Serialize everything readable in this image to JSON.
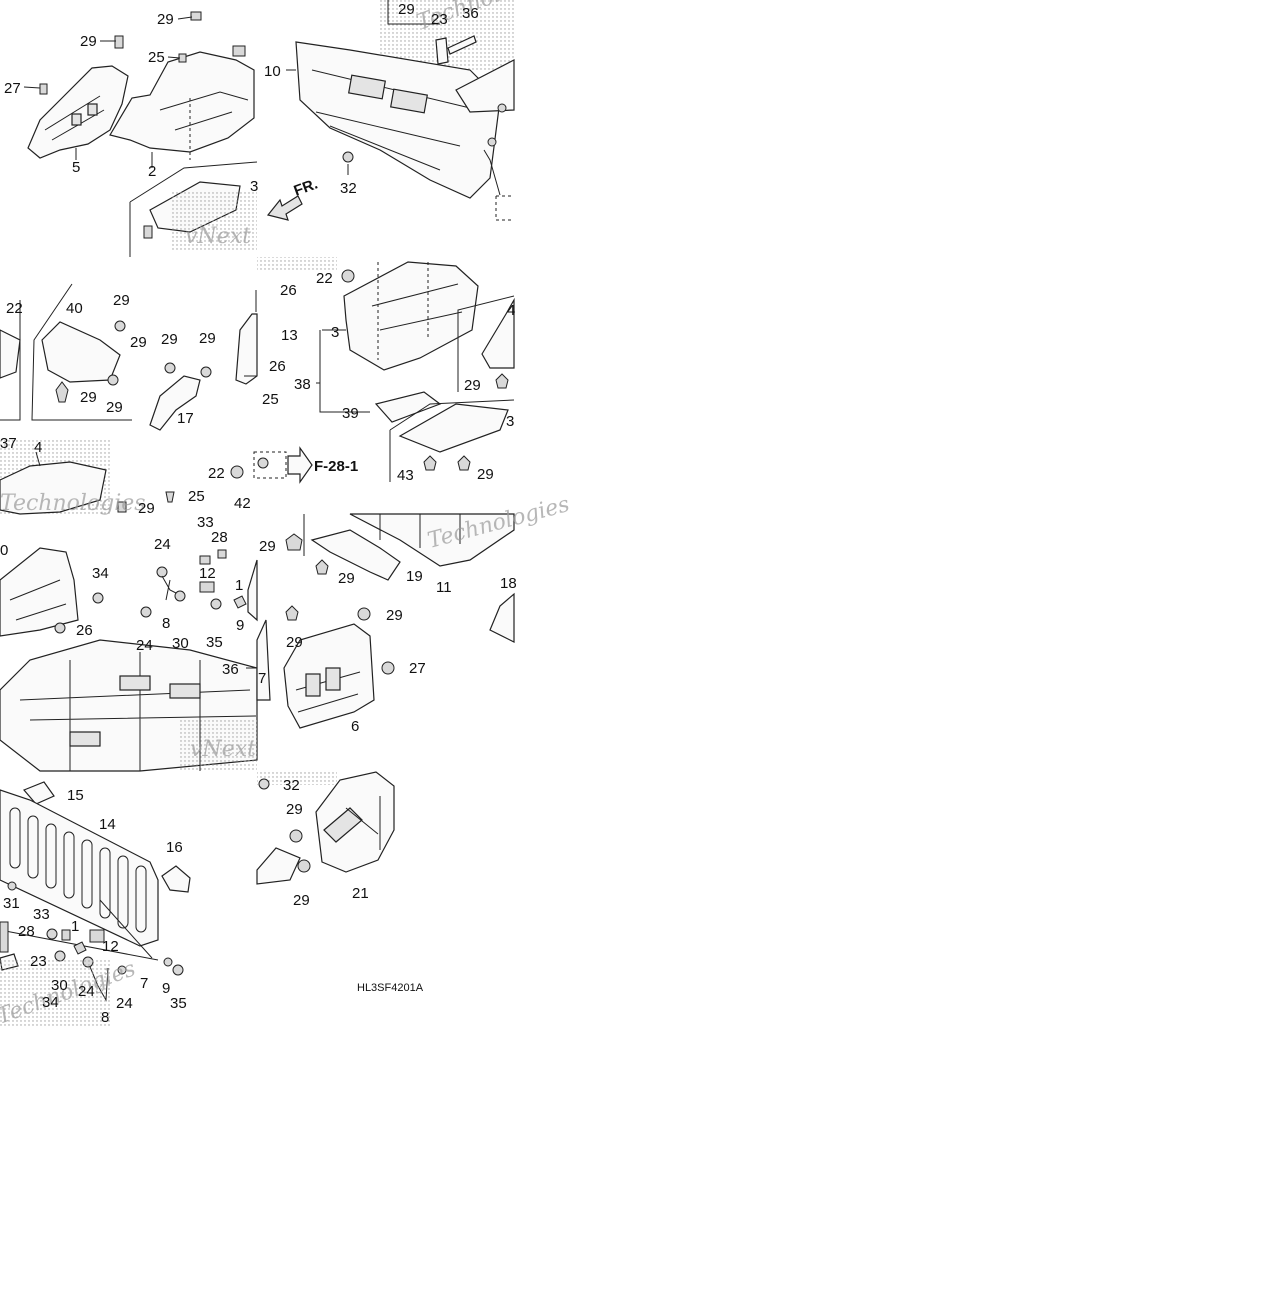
{
  "diagram": {
    "code": "HL3SF4201A",
    "front_marker": "FR.",
    "ref_label": "F-28-1",
    "watermark_words": [
      "vNext",
      "Technologies"
    ],
    "callouts": [
      {
        "id": "c1",
        "text": "29"
      },
      {
        "id": "c2",
        "text": "29"
      },
      {
        "id": "c3",
        "text": "25"
      },
      {
        "id": "c4",
        "text": "27"
      },
      {
        "id": "c5",
        "text": "5"
      },
      {
        "id": "c6",
        "text": "2"
      },
      {
        "id": "c7",
        "text": "3"
      },
      {
        "id": "c8",
        "text": "29"
      },
      {
        "id": "c9",
        "text": "23"
      },
      {
        "id": "c10",
        "text": "36"
      },
      {
        "id": "c11",
        "text": "10"
      },
      {
        "id": "c12",
        "text": "32"
      },
      {
        "id": "c13",
        "text": "22"
      },
      {
        "id": "c14",
        "text": "40"
      },
      {
        "id": "c15",
        "text": "29"
      },
      {
        "id": "c16",
        "text": "29"
      },
      {
        "id": "c17",
        "text": "29"
      },
      {
        "id": "c18",
        "text": "29"
      },
      {
        "id": "c19",
        "text": "29"
      },
      {
        "id": "c20",
        "text": "29"
      },
      {
        "id": "c21",
        "text": "17"
      },
      {
        "id": "c22",
        "text": "26"
      },
      {
        "id": "c23",
        "text": "13"
      },
      {
        "id": "c24",
        "text": "26"
      },
      {
        "id": "c25",
        "text": "25"
      },
      {
        "id": "c26",
        "text": "22"
      },
      {
        "id": "c27",
        "text": "3"
      },
      {
        "id": "c28",
        "text": "38"
      },
      {
        "id": "c29",
        "text": "39"
      },
      {
        "id": "c30",
        "text": "4"
      },
      {
        "id": "c31",
        "text": "29"
      },
      {
        "id": "c32",
        "text": "3"
      },
      {
        "id": "c33",
        "text": "37"
      },
      {
        "id": "c34",
        "text": "4"
      },
      {
        "id": "c35",
        "text": "29"
      },
      {
        "id": "c36",
        "text": "25"
      },
      {
        "id": "c37",
        "text": "22"
      },
      {
        "id": "c38",
        "text": "42"
      },
      {
        "id": "c39",
        "text": "43"
      },
      {
        "id": "c40",
        "text": "29"
      },
      {
        "id": "c41",
        "text": "0"
      },
      {
        "id": "c42",
        "text": "34"
      },
      {
        "id": "c43",
        "text": "24"
      },
      {
        "id": "c44",
        "text": "33"
      },
      {
        "id": "c45",
        "text": "28"
      },
      {
        "id": "c46",
        "text": "12"
      },
      {
        "id": "c47",
        "text": "1"
      },
      {
        "id": "c48",
        "text": "24"
      },
      {
        "id": "c49",
        "text": "8"
      },
      {
        "id": "c50",
        "text": "30"
      },
      {
        "id": "c51",
        "text": "35"
      },
      {
        "id": "c52",
        "text": "9"
      },
      {
        "id": "c53",
        "text": "26"
      },
      {
        "id": "c54",
        "text": "36"
      },
      {
        "id": "c55",
        "text": "7"
      },
      {
        "id": "c56",
        "text": "29"
      },
      {
        "id": "c57",
        "text": "29"
      },
      {
        "id": "c58",
        "text": "19"
      },
      {
        "id": "c59",
        "text": "11"
      },
      {
        "id": "c60",
        "text": "18"
      },
      {
        "id": "c61",
        "text": "29"
      },
      {
        "id": "c62",
        "text": "29"
      },
      {
        "id": "c63",
        "text": "27"
      },
      {
        "id": "c64",
        "text": "6"
      },
      {
        "id": "c65",
        "text": "15"
      },
      {
        "id": "c66",
        "text": "14"
      },
      {
        "id": "c67",
        "text": "16"
      },
      {
        "id": "c68",
        "text": "31"
      },
      {
        "id": "c69",
        "text": "33"
      },
      {
        "id": "c70",
        "text": "28"
      },
      {
        "id": "c71",
        "text": "1"
      },
      {
        "id": "c72",
        "text": "12"
      },
      {
        "id": "c73",
        "text": "23"
      },
      {
        "id": "c74",
        "text": "30"
      },
      {
        "id": "c75",
        "text": "24"
      },
      {
        "id": "c76",
        "text": "24"
      },
      {
        "id": "c77",
        "text": "7"
      },
      {
        "id": "c78",
        "text": "9"
      },
      {
        "id": "c79",
        "text": "35"
      },
      {
        "id": "c80",
        "text": "34"
      },
      {
        "id": "c81",
        "text": "8"
      },
      {
        "id": "c82",
        "text": "32"
      },
      {
        "id": "c83",
        "text": "29"
      },
      {
        "id": "c84",
        "text": "29"
      },
      {
        "id": "c85",
        "text": "21"
      }
    ]
  }
}
